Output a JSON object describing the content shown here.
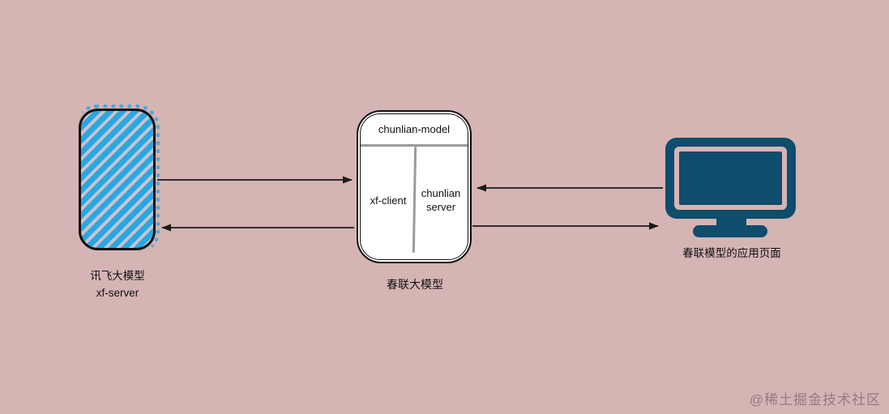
{
  "canvas": {
    "background": "#d5b4b4"
  },
  "colors": {
    "hatch_blue": "#2aa7e1",
    "hatch_gap": "#c7c3cc",
    "monitor_teal": "#0e4d6c",
    "divider_gray": "#9b9b9b",
    "arrow": "#1a1a1a",
    "node_border": "#111111",
    "node_fill": "#ffffff"
  },
  "nodes": {
    "xf_server": {
      "label": "讯飞大模型",
      "sublabel": "xf-server"
    },
    "chunlian_model": {
      "title": "chunlian-model",
      "left_cell": "xf-client",
      "right_cell": "chunlian server",
      "caption": "春联大模型"
    },
    "app_page": {
      "caption": "春联模型的应用页面"
    }
  },
  "connections": [
    {
      "from": "xf-server",
      "to": "chunlian-model.xf-client",
      "arrowhead": "right"
    },
    {
      "from": "chunlian-model.xf-client",
      "to": "xf-server",
      "arrowhead": "left"
    },
    {
      "from": "app-page",
      "to": "chunlian-model.chunlian-server",
      "arrowhead": "left"
    },
    {
      "from": "chunlian-model.chunlian-server",
      "to": "app-page",
      "arrowhead": "right"
    }
  ],
  "watermark": "@稀土掘金技术社区"
}
